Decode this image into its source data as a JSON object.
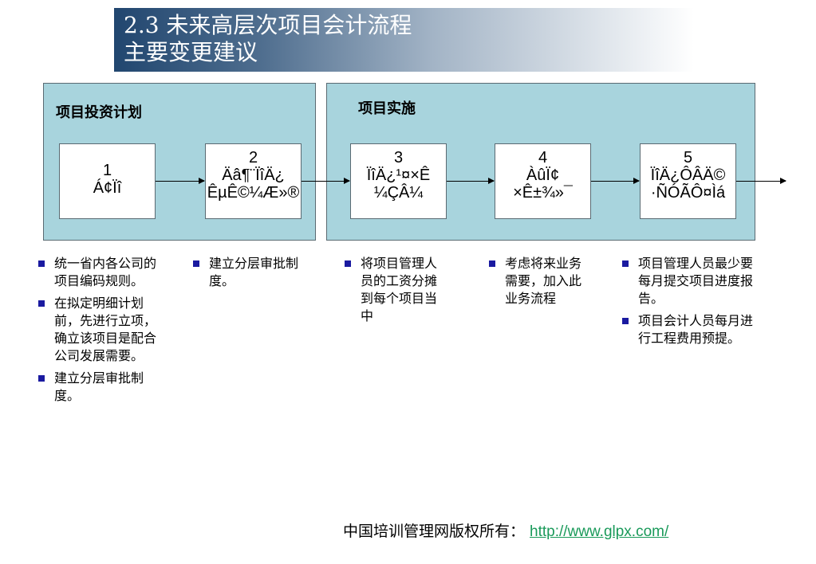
{
  "title": {
    "line1": "2.3 未来高层次项目会计流程",
    "line2": "主要变更建议"
  },
  "panels": {
    "left_title": "项目投资计划",
    "right_title": "项目实施"
  },
  "boxes": [
    {
      "num": "1",
      "l1": "Á¢Ïî",
      "l2": ""
    },
    {
      "num": "2",
      "l1": "Äâ¶¨ÏîÄ¿",
      "l2": "ÊµÊ©¼Æ»®"
    },
    {
      "num": "3",
      "l1": "ÏîÄ¿¹¤×Ê",
      "l2": "¼ÇÂ¼"
    },
    {
      "num": "4",
      "l1": "ÀûÏ¢",
      "l2": "×Ê±¾»¯"
    },
    {
      "num": "5",
      "l1": "ÏîÄ¿ÔÂÄ©",
      "l2": "·ÑÓÃÔ¤Ìá"
    }
  ],
  "columns": [
    [
      "统一省内各公司的项目编码规则。",
      "在拟定明细计划前，先进行立项，确立该项目是配合公司发展需要。",
      "建立分层审批制度。"
    ],
    [
      "建立分层审批制度。"
    ],
    [
      "将项目管理人员的工资分摊到每个项目当中"
    ],
    [
      "考虑将来业务需要，加入此业务流程"
    ],
    [
      "项目管理人员最少要每月提交项目进度报告。",
      "项目会计人员每月进行工程费用预提。"
    ]
  ],
  "footer": {
    "text": "中国培训管理网版权所有：",
    "link": "http://www.glpx.com/"
  },
  "colors": {
    "panel": "#a8d4dd",
    "bullet": "#1a1aa0",
    "title_dark": "#21466f",
    "link": "#1a9a5a"
  }
}
